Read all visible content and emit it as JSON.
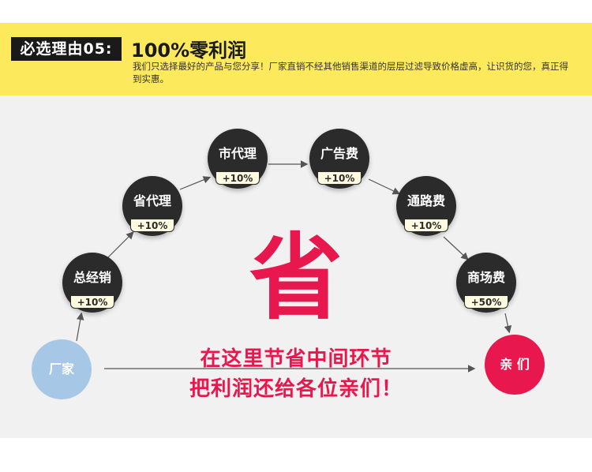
{
  "header": {
    "tag": "必选理由05:",
    "headline": "100%零利润",
    "description": "我们只选择最好的产品与您分享！厂家直销不经其他销售渠道的层层过滤导致价格虚高，让识货的您，真正得到实惠。"
  },
  "flow": {
    "start": "厂家",
    "end": "亲 们",
    "center_char": "省",
    "slogan_line1": "在这里节省中间环节",
    "slogan_line2": "把利润还给各位亲们！",
    "nodes": [
      {
        "label": "总经销",
        "markup": "+10%"
      },
      {
        "label": "省代理",
        "markup": "+10%"
      },
      {
        "label": "市代理",
        "markup": "+10%"
      },
      {
        "label": "广告费",
        "markup": "+10%"
      },
      {
        "label": "通路费",
        "markup": "+10%"
      },
      {
        "label": "商场费",
        "markup": "+50%"
      }
    ]
  },
  "colors": {
    "banner": "#fce95c",
    "accent_red": "#e8174e",
    "node_dark": "#2b2b2b",
    "factory_blue": "#a7c7e6"
  }
}
